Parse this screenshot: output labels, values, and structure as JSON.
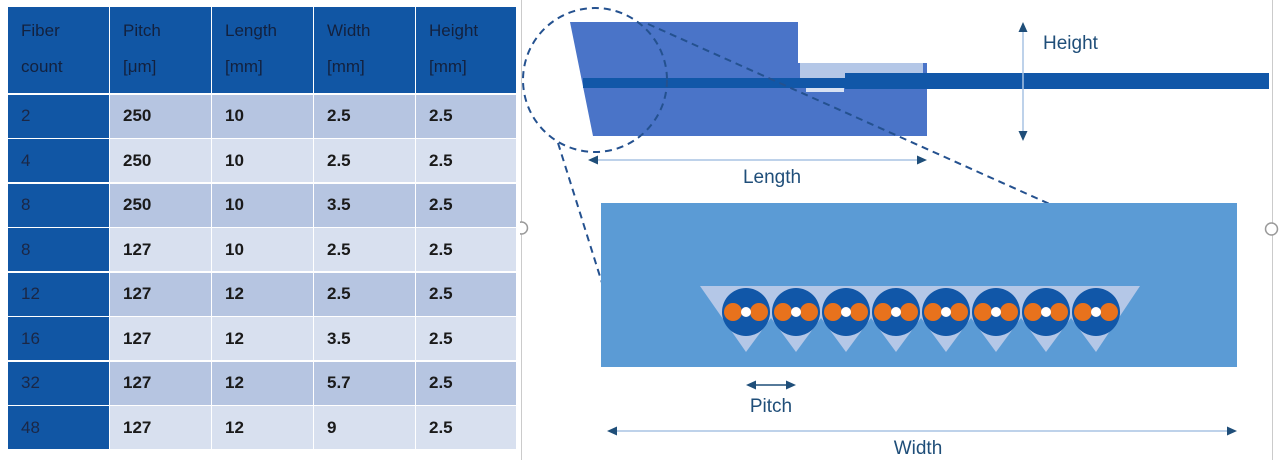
{
  "table": {
    "headers": [
      {
        "line1": "Fiber",
        "line2": "count"
      },
      {
        "line1": "Pitch",
        "line2": "[μm]"
      },
      {
        "line1": "Length",
        "line2": "[mm]"
      },
      {
        "line1": "Width",
        "line2": "[mm]"
      },
      {
        "line1": "Height",
        "line2": "[mm]"
      }
    ],
    "rows": [
      [
        "2",
        "250",
        "10",
        "2.5",
        "2.5"
      ],
      [
        "4",
        "250",
        "10",
        "2.5",
        "2.5"
      ],
      [
        "8",
        "250",
        "10",
        "3.5",
        "2.5"
      ],
      [
        "8",
        "127",
        "10",
        "2.5",
        "2.5"
      ],
      [
        "12",
        "127",
        "12",
        "2.5",
        "2.5"
      ],
      [
        "16",
        "127",
        "12",
        "3.5",
        "2.5"
      ],
      [
        "32",
        "127",
        "12",
        "5.7",
        "2.5"
      ],
      [
        "48",
        "127",
        "12",
        "9",
        "2.5"
      ]
    ]
  },
  "diagram": {
    "labels": {
      "height": "Height",
      "length": "Length",
      "pitch": "Pitch",
      "width": "Width"
    },
    "fiber_count_shown": 8,
    "icons": [
      "magnifier-dashed-circle",
      "dimension-arrow",
      "selection-handle"
    ]
  },
  "colors": {
    "header_blue": "#1156A4",
    "row_dark": "#B6C5E1",
    "row_light": "#D8E0EF",
    "block_blue": "#4A74C8",
    "panel_blue": "#5B9BD5",
    "lavender": "#B4C7E7",
    "fiber_navy": "#1157A8",
    "orange": "#E8721C",
    "label_navy": "#1F4E79",
    "arrow_light": "#A9C3E3",
    "dash_navy": "#24518F",
    "handle_gray": "#9A9A9A",
    "header_text": "#13213E",
    "firstcol_text": "#1B2745",
    "cell_text": "#1A1A1A"
  }
}
